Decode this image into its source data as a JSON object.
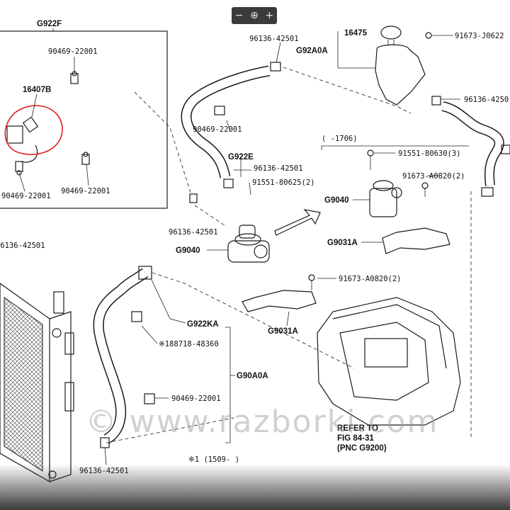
{
  "toolbar": {
    "zoom_out": "−",
    "zoom_icon": "⊕",
    "zoom_in": "+"
  },
  "watermark": "© www.razborki.com",
  "colors": {
    "highlight": "#e0221f",
    "ink": "#1a1a1a",
    "toolbar": "#3b3b3b"
  },
  "labels": {
    "g922f": "G922F",
    "p_90469_a": "90469-22001",
    "p_16407b": "16407B",
    "p_90469_b": "90469-22001",
    "p_90469_c": "90469-22001",
    "p_96136_left": "96136-42501",
    "p_96136_top": "96136-42501",
    "p_90469_mid": "90469-22001",
    "g922e": "G922E",
    "p_96136_mid": "96136-42501",
    "p_91551_80625": "91551-80625(2)",
    "p_96136_box": "96136-42501",
    "g9040_left": "G9040",
    "p_16475": "16475",
    "g92a0a": "G92A0A",
    "p_91673_j0622": "91673-J0622",
    "p_96136_right": "96136-4250",
    "range_1706": "(     -1706)",
    "p_91551_80630": "91551-80630(3)",
    "p_91673_a0820_r": "91673-A0820(2)",
    "g9040_right": "G9040",
    "g9031a_right": "G9031A",
    "p_91673_a0820_m": "91673-A0820(2)",
    "g9031a_mid": "G9031A",
    "g922ka": "G922KA",
    "p_188718": "※188718-48360",
    "g90a0a": "G90A0A",
    "p_90469_low": "90469-22001",
    "p_96136_bottom": "96136-42501",
    "refer1": "REFER TO",
    "refer2": "FIG 84-31",
    "refer3": "(PNC G9200)",
    "note_1509": "※1 (1509-     )"
  }
}
